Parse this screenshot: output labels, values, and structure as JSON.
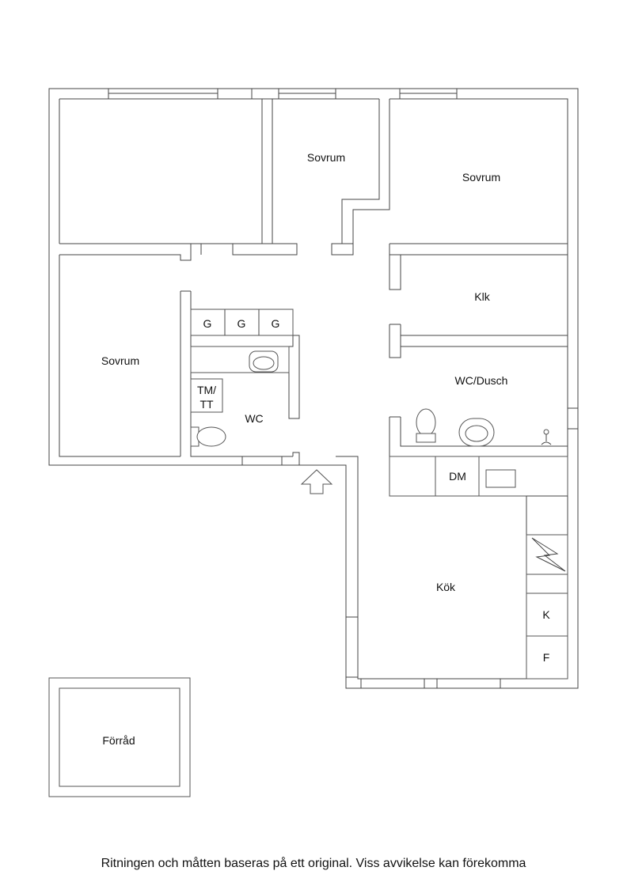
{
  "rooms": {
    "sovrum_top_mid": "Sovrum",
    "sovrum_top_right": "Sovrum",
    "sovrum_left": "Sovrum",
    "klk": "Klk",
    "wc_dusch": "WC/Dusch",
    "wc": "WC",
    "kok": "Kök",
    "forrad": "Förråd"
  },
  "fixtures": {
    "wardrobe": [
      "G",
      "G",
      "G"
    ],
    "tm_tt_line1": "TM/",
    "tm_tt_line2": "TT",
    "dishwasher": "DM",
    "fridge": "K",
    "freezer": "F"
  },
  "footer": "Ritningen och måtten baseras på ett original. Viss avvikelse kan förekomma",
  "colors": {
    "lines": "#444444",
    "background": "#ffffff",
    "text": "#111111"
  }
}
